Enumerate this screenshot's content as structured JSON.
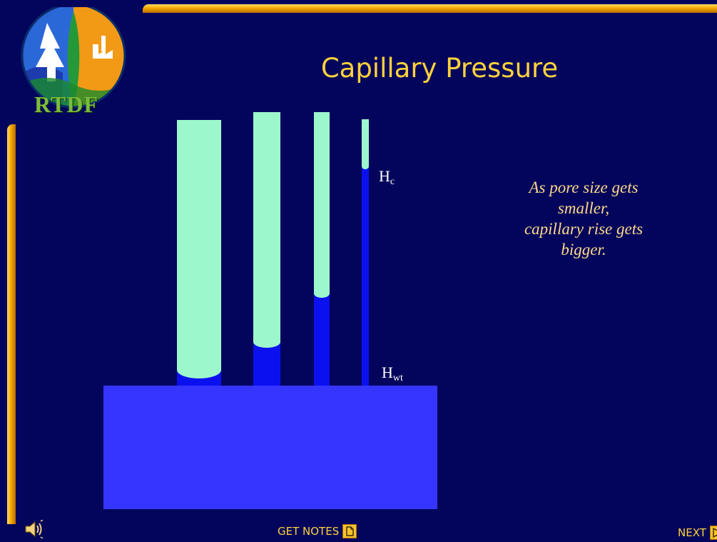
{
  "logo": {
    "text": "RTDF",
    "icon": "rtdf-logo-icon"
  },
  "slide": {
    "title": "Capillary Pressure"
  },
  "diagram": {
    "label_top_main": "H",
    "label_top_sub": "c",
    "label_bottom_main": "H",
    "label_bottom_sub": "wt"
  },
  "note": {
    "line1": "As pore size gets",
    "line2": "smaller,",
    "line3": "capillary rise gets",
    "line4": "bigger."
  },
  "nav": {
    "get_notes_label": "GET NOTES",
    "get_notes_icon": "document-icon",
    "next_label": "NEXT",
    "next_icon": "play-arrow-icon",
    "audio_icon": "speaker-icon"
  },
  "colors": {
    "background": "#03055c",
    "frame_gold": "#f5a800",
    "title": "#ffd23b",
    "water": "#0b11ee",
    "air": "#9df7cc",
    "reservoir": "#3535ff",
    "note_text": "#ffd88a"
  }
}
